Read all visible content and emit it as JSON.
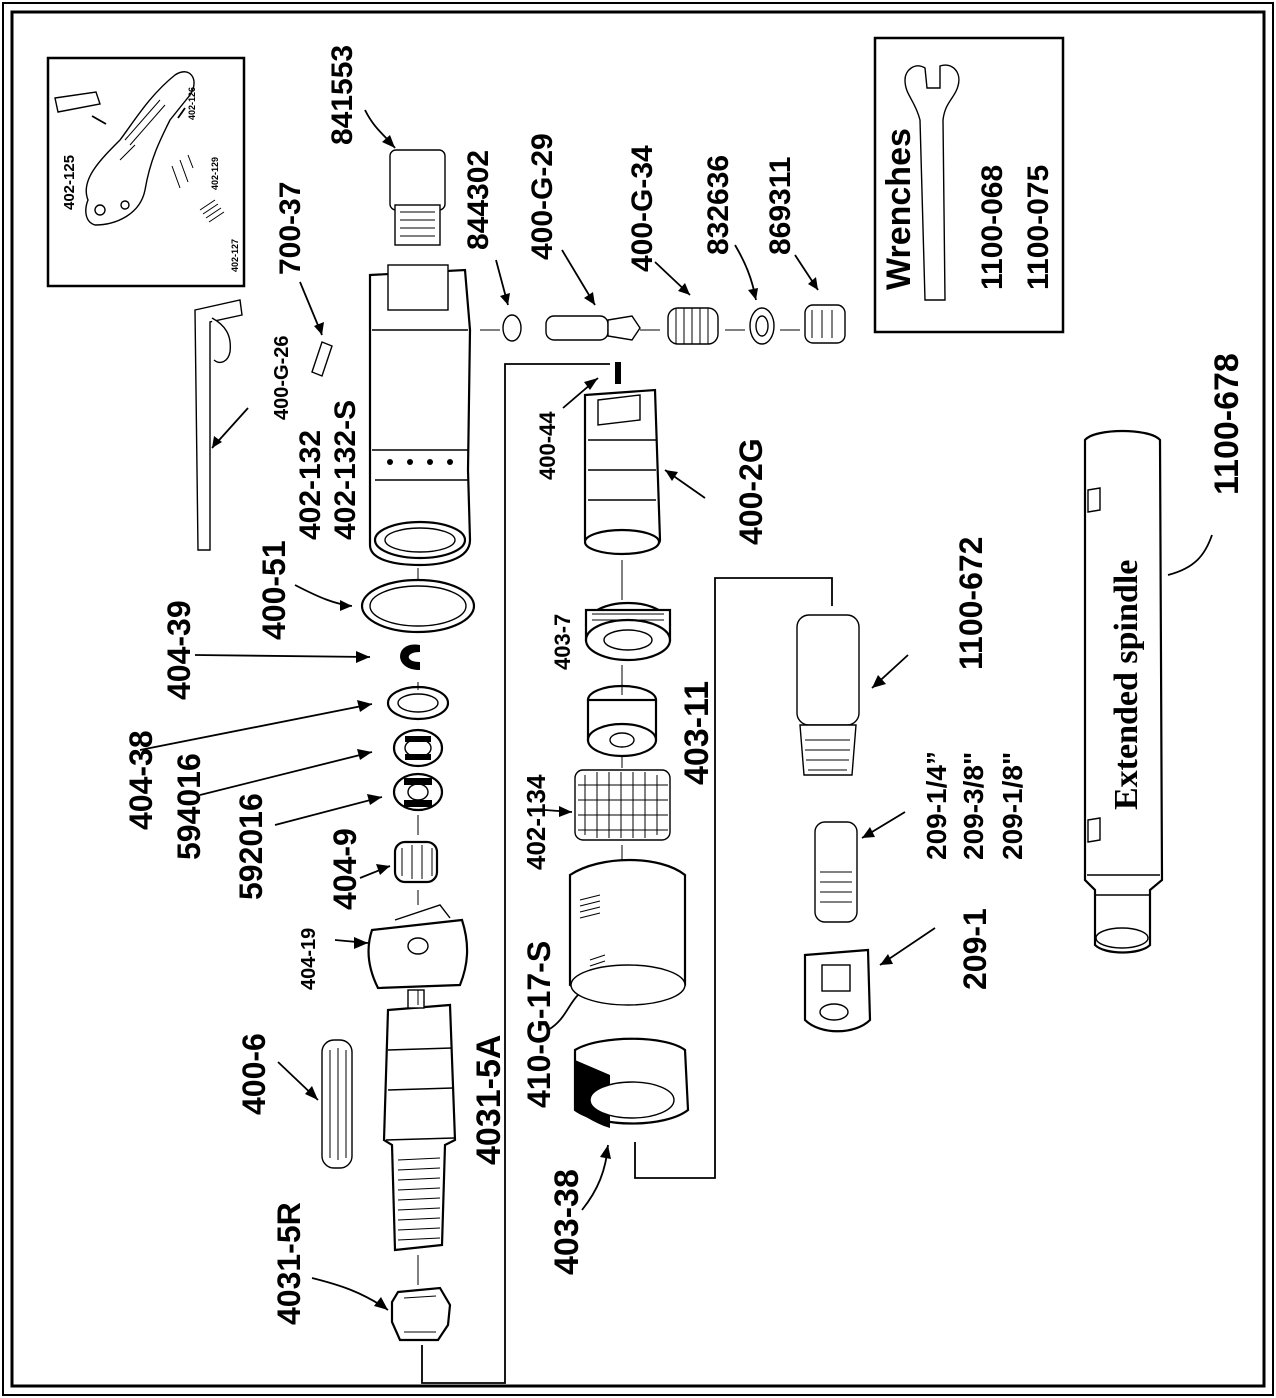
{
  "diagram": {
    "labels": {
      "p841553": "841553",
      "p700_37": "700-37",
      "p844302": "844302",
      "p400_G_29": "400-G-29",
      "p400_G_34": "400-G-34",
      "p832636": "832636",
      "p869311": "869311",
      "p402_125": "402-125",
      "p402_126": "402-126",
      "p402_129": "402-129",
      "p402_127": "402-127",
      "p400_G_26": "400-G-26",
      "p402_132": "402-132",
      "p402_132_S": "402-132-S",
      "p400_44": "400-44",
      "p400_2G": "400-2G",
      "p400_51": "400-51",
      "p404_39": "404-39",
      "p404_38": "404-38",
      "p594016": "594016",
      "p592016": "592016",
      "p404_9": "404-9",
      "p404_19": "404-19",
      "p400_6": "400-6",
      "p4031_5A": "4031-5A",
      "p4031_5R": "4031-5R",
      "p403_7": "403-7",
      "p403_11": "403-11",
      "p402_134": "402-134",
      "p410_G_17_S": "410-G-17-S",
      "p403_38": "403-38",
      "p1100_672": "1100-672",
      "p209_1_4": "209-1/4”",
      "p209_3_8": "209-3/8\"",
      "p209_1_8": "209-1/8\"",
      "p209_1": "209-1",
      "p1100_678": "1100-678",
      "extended_spindle": "Extended spindle"
    },
    "wrench_box": {
      "title": "Wrenches",
      "codes": [
        "1100-068",
        "1100-075"
      ]
    }
  }
}
